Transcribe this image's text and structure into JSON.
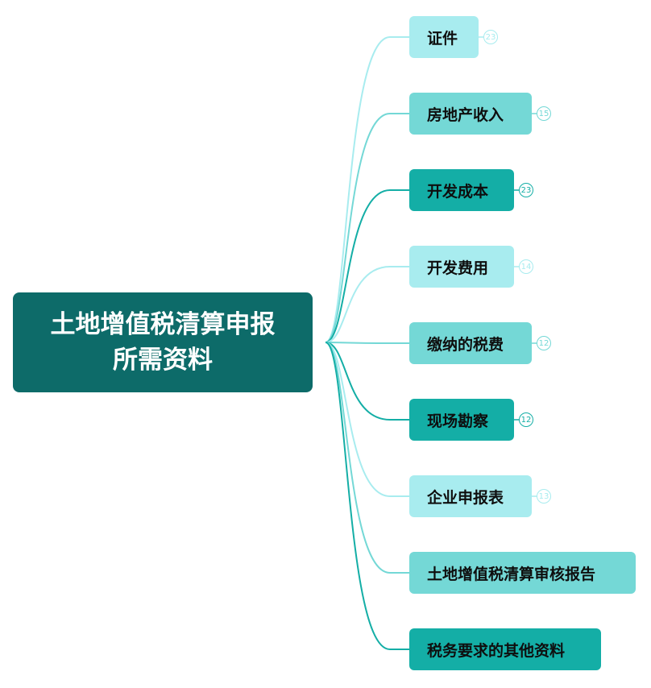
{
  "root": {
    "line1": "土地增值税清算申报",
    "line2": "所需资料",
    "color": "#0d6b69"
  },
  "branches": [
    {
      "label": "证件",
      "count": "23",
      "fill": "#a8ecef",
      "line": "#a8ecef"
    },
    {
      "label": "房地产收入",
      "count": "15",
      "fill": "#74d8d6",
      "line": "#74d8d6"
    },
    {
      "label": "开发成本",
      "count": "23",
      "fill": "#14aea6",
      "line": "#14aea6"
    },
    {
      "label": "开发费用",
      "count": "14",
      "fill": "#a8ecef",
      "line": "#a8ecef"
    },
    {
      "label": "缴纳的税费",
      "count": "12",
      "fill": "#74d8d6",
      "line": "#74d8d6"
    },
    {
      "label": "现场勘察",
      "count": "12",
      "fill": "#14aea6",
      "line": "#14aea6"
    },
    {
      "label": "企业申报表",
      "count": "13",
      "fill": "#a8ecef",
      "line": "#a8ecef"
    },
    {
      "label": "土地增值税清算审核报告",
      "count": "",
      "fill": "#74d8d6",
      "line": "#74d8d6"
    },
    {
      "label": "税务要求的其他资料",
      "count": "",
      "fill": "#14aea6",
      "line": "#14aea6"
    }
  ]
}
